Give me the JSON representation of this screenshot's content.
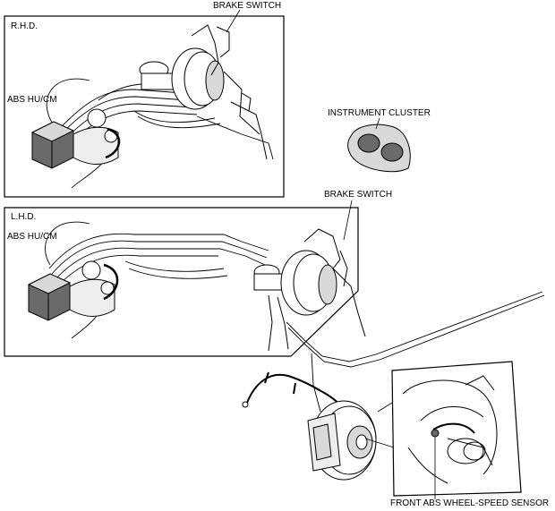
{
  "labels": {
    "brake_switch_top": "BRAKE SWITCH",
    "rhd": "R.H.D.",
    "abs_rhd": "ABS HU/CM",
    "instrument_cluster": "INSTRUMENT CLUSTER",
    "brake_switch_lhd": "BRAKE SWITCH",
    "lhd": "L.H.D.",
    "abs_lhd": "ABS HU/CM",
    "front_sensor": "FRONT ABS WHEEL-SPEED SENSOR"
  },
  "colors": {
    "line": "#000000",
    "fill_gray": "#d9d9d9",
    "fill_dark": "#6a6a6a",
    "background": "#ffffff"
  }
}
